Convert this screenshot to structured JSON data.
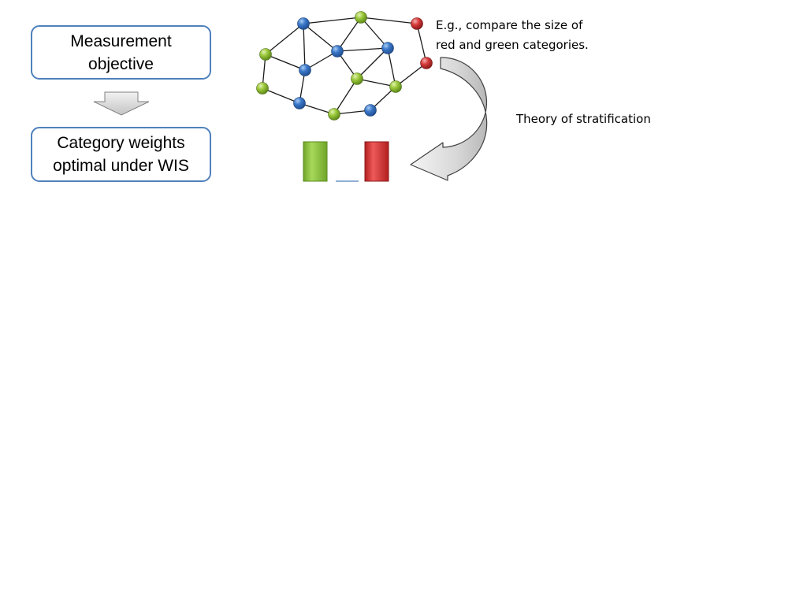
{
  "objective_box": {
    "line1": "Measurement",
    "line2": "objective"
  },
  "weights_box": {
    "line1": "Category weights",
    "line2": "optimal under WIS"
  },
  "example_note": {
    "line1": "E.g., compare the size of",
    "line2": "red and green categories."
  },
  "theory_label": "Theory of stratification",
  "colors": {
    "box_border": "#4f81bd",
    "node_blue": "#3b78c8",
    "node_green": "#9bc83a",
    "node_red": "#d63b3b",
    "bar_green": "#8cc63f",
    "bar_red": "#d92f2f",
    "arrow_fill": "#d9d9d9"
  },
  "graph": {
    "node_categories": [
      "blue",
      "green",
      "red"
    ]
  },
  "bars": [
    {
      "category": "green"
    },
    {
      "category": "red"
    }
  ]
}
